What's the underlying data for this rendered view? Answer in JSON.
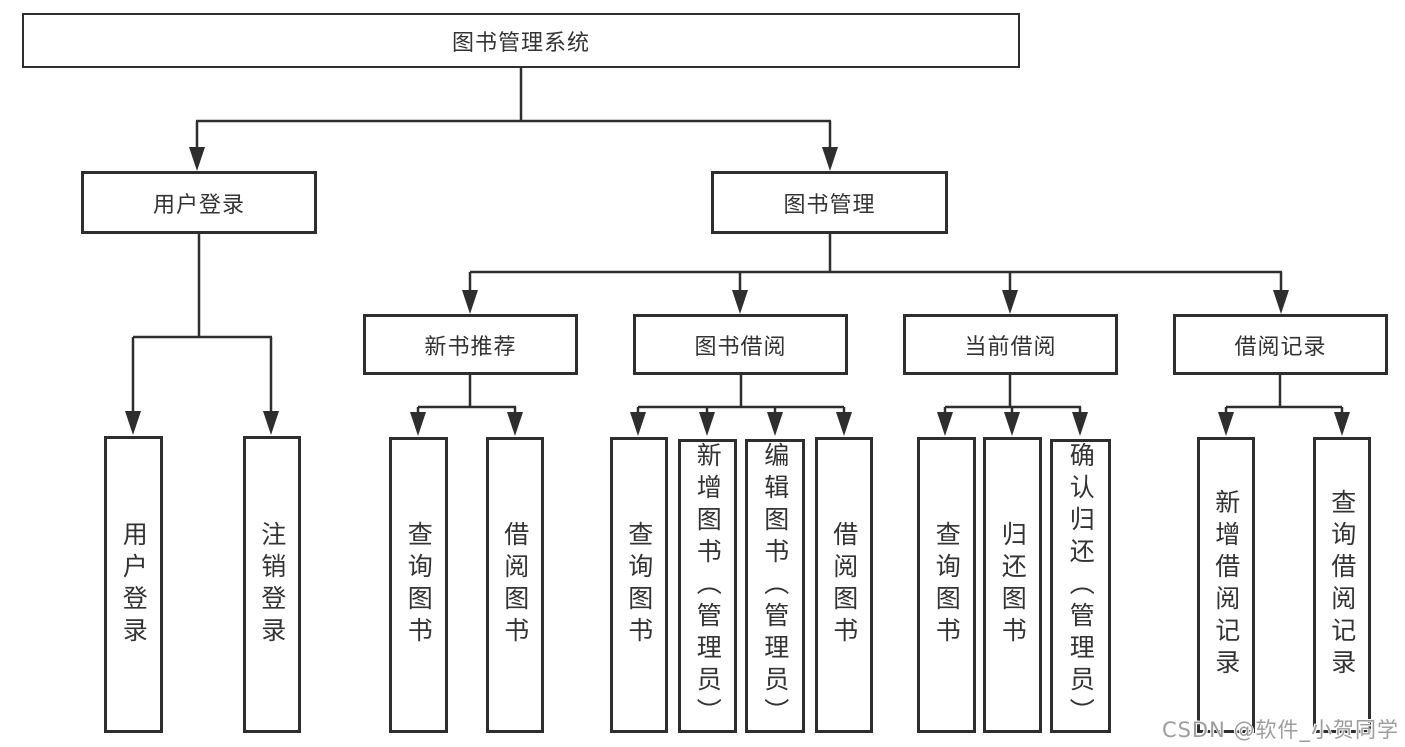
{
  "diagram": {
    "title": {
      "label": "图书管理系统"
    },
    "user_branch": {
      "label": "用户登录",
      "children": [
        {
          "label": "用户登录"
        },
        {
          "label": "注销登录"
        }
      ]
    },
    "book_branch": {
      "label": "图书管理",
      "groups": [
        {
          "label": "新书推荐",
          "children": [
            {
              "label": "查询图书"
            },
            {
              "label": "借阅图书"
            }
          ]
        },
        {
          "label": "图书借阅",
          "children": [
            {
              "label": "查询图书"
            },
            {
              "label": "新增图书（管理员）"
            },
            {
              "label": "编辑图书（管理员）"
            },
            {
              "label": "借阅图书"
            }
          ]
        },
        {
          "label": "当前借阅",
          "children": [
            {
              "label": "查询图书"
            },
            {
              "label": "归还图书"
            },
            {
              "label": "确认归还（管理员）"
            }
          ]
        },
        {
          "label": "借阅记录",
          "children": [
            {
              "label": "新增借阅记录"
            },
            {
              "label": "查询借阅记录"
            }
          ]
        }
      ]
    },
    "watermark": "CSDN @软件_小贺同学",
    "colors": {
      "line": "#2e2e2e",
      "box_border": "#2e2e2e",
      "text": "#333333",
      "watermark": "#9d9d9d",
      "background": "#ffffff"
    }
  }
}
